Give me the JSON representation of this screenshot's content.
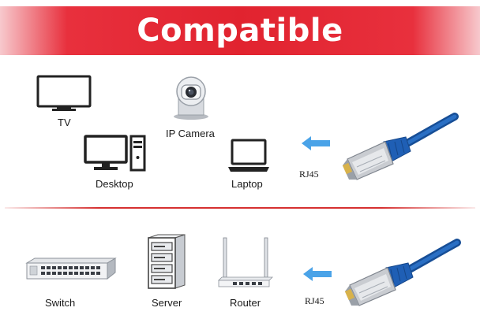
{
  "banner": {
    "title": "Compatible"
  },
  "top": {
    "devices": [
      "TV",
      "IP Camera",
      "Desktop",
      "Laptop"
    ],
    "connector_label": "RJ45"
  },
  "bottom": {
    "devices": [
      "Switch",
      "Server",
      "Router"
    ],
    "connector_label": "RJ45"
  },
  "colors": {
    "banner_red": "#e1232f",
    "cable_blue": "#1f5fb5",
    "arrow_blue": "#4aa3e8"
  }
}
